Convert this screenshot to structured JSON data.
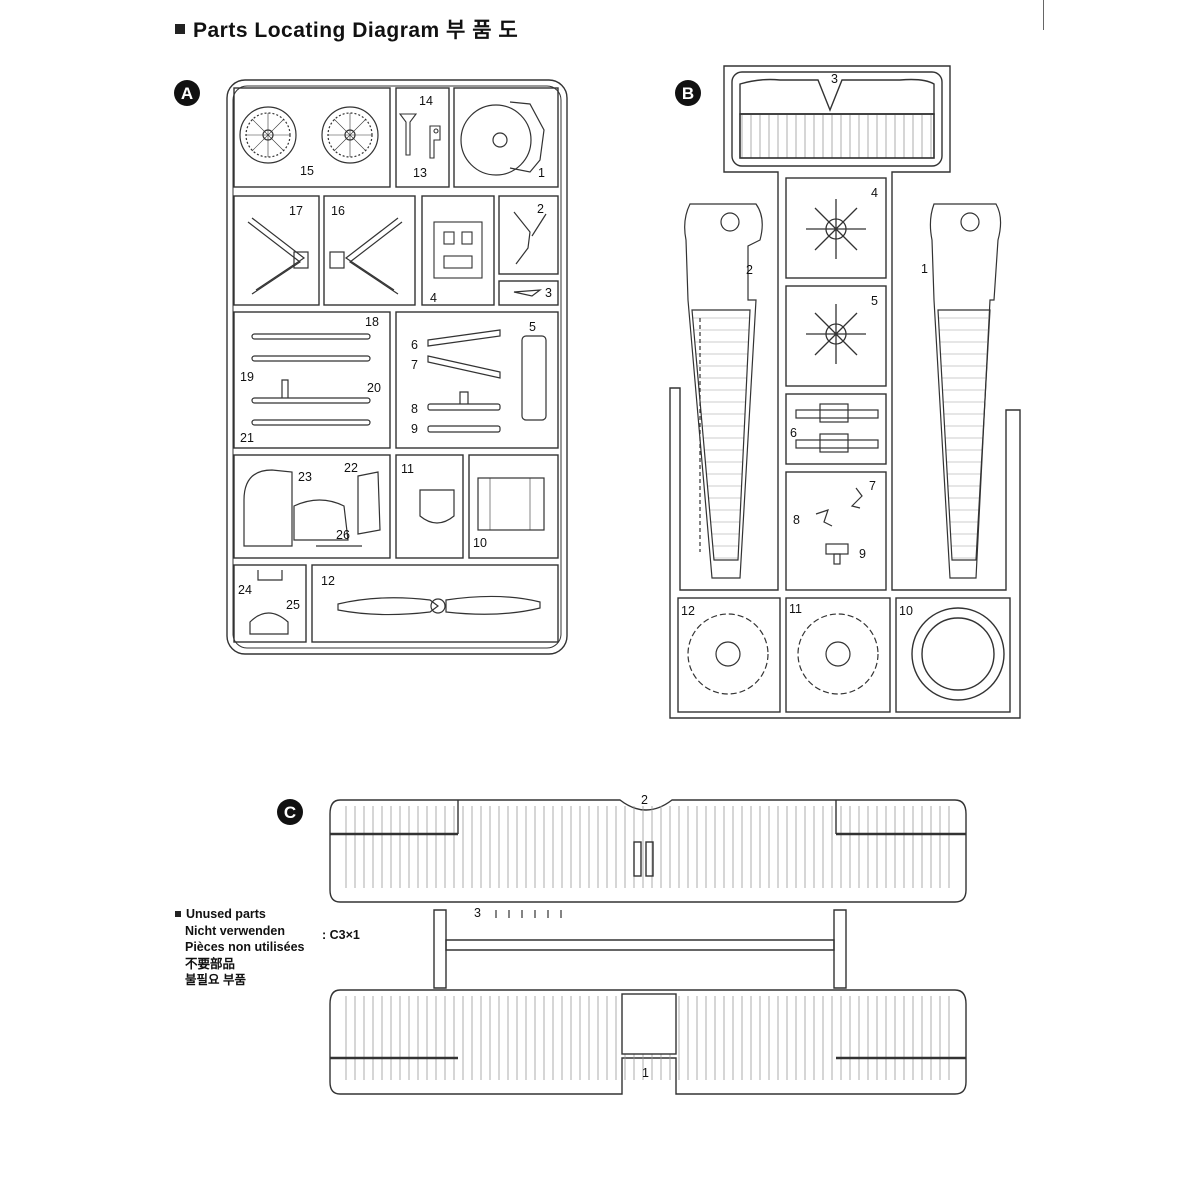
{
  "title": {
    "text": "Parts Locating Diagram 부 품 도"
  },
  "sprues": {
    "A": {
      "label": "A",
      "parts": [
        "15",
        "14",
        "13",
        "1",
        "17",
        "16",
        "4",
        "2",
        "3",
        "18",
        "19",
        "20",
        "21",
        "6",
        "7",
        "8",
        "9",
        "5",
        "23",
        "22",
        "26",
        "11",
        "10",
        "24",
        "25",
        "12"
      ]
    },
    "B": {
      "label": "B",
      "parts": [
        "3",
        "2",
        "4",
        "5",
        "6",
        "7",
        "8",
        "9",
        "1",
        "12",
        "11",
        "10"
      ]
    },
    "C": {
      "label": "C",
      "parts": [
        "2",
        "3",
        "1"
      ]
    }
  },
  "unused_parts": {
    "lines": [
      "Unused parts",
      "Nicht verwenden",
      "Pièces non utilisées",
      "不要部品",
      "불필요 부품"
    ],
    "value": ":  C3×1"
  }
}
